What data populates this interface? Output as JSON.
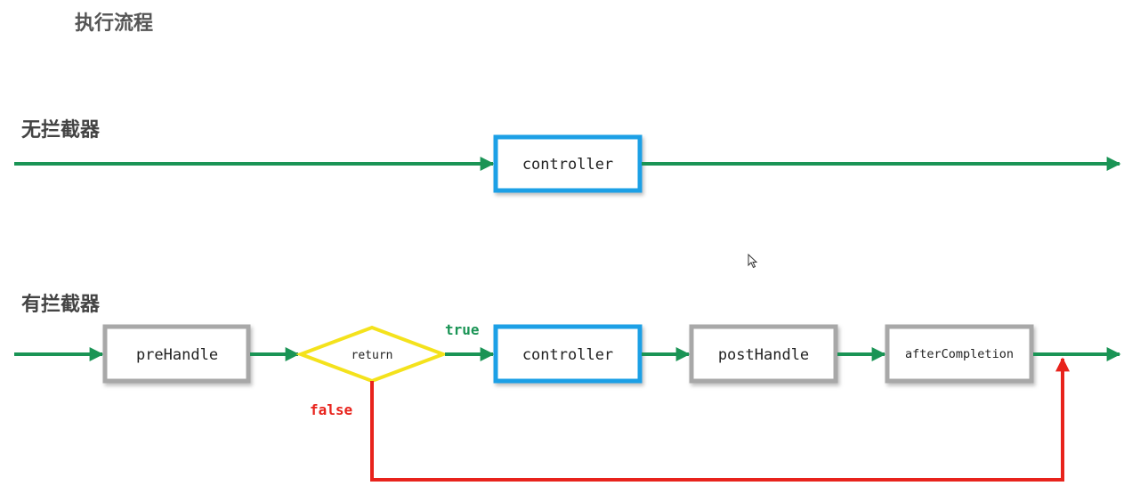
{
  "page_title": "执行流程",
  "sections": {
    "no_interceptor": {
      "title": "无拦截器",
      "controller_label": "controller"
    },
    "with_interceptor": {
      "title": "有拦截器",
      "prehandle_label": "preHandle",
      "decision_label": "return",
      "true_label": "true",
      "false_label": "false",
      "controller_label": "controller",
      "posthandle_label": "postHandle",
      "aftercompletion_label": "afterCompletion"
    }
  },
  "colors": {
    "flow_green": "#1a9455",
    "controller_blue": "#1ea0e6",
    "interceptor_gray": "#a8a8a8",
    "decision_yellow": "#f4e21c",
    "false_red": "#e8231c",
    "heading_gray": "#555555"
  }
}
